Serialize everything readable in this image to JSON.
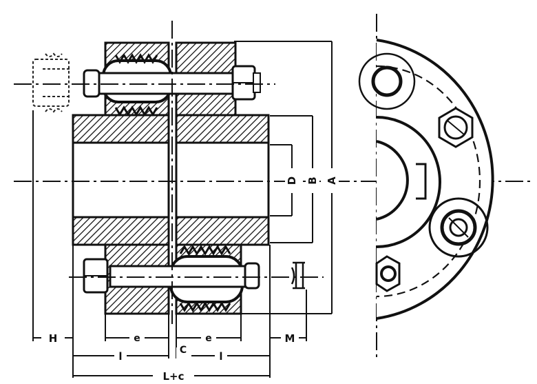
{
  "labels": {
    "A": "A",
    "B": "B",
    "D": "D",
    "H": "H",
    "M": "M",
    "C": "C",
    "e_left": "e",
    "e_right": "e",
    "l_left": "l",
    "l_right": "l",
    "L_plus_c": "L+c"
  }
}
